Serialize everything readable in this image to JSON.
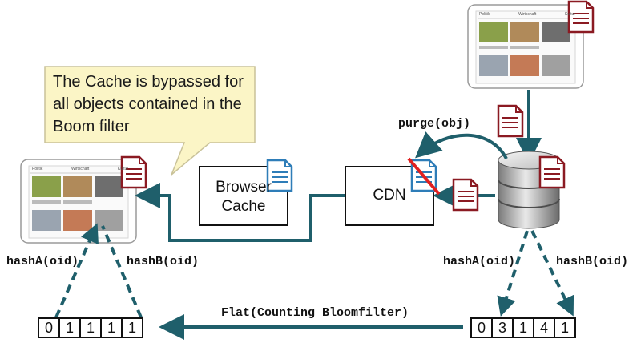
{
  "callout": {
    "lines": [
      "The Cache is bypassed for",
      "all objects contained in the",
      "Boom filter"
    ]
  },
  "browser_cache": {
    "label_line1": "Browser",
    "label_line2": "Cache"
  },
  "cdn": {
    "label": "CDN"
  },
  "purge_label": "purge(obj)",
  "left_hash_a": "hashA(oid)",
  "left_hash_b": "hashB(oid)",
  "right_hash_a": "hashA(oid)",
  "right_hash_b": "hashB(oid)",
  "flat_label": "Flat(Counting Bloomfilter)",
  "left_bits": [
    "0",
    "1",
    "1",
    "1",
    "1"
  ],
  "right_bits": [
    "0",
    "3",
    "1",
    "4",
    "1"
  ],
  "tablet_tabs": [
    "Politik",
    "Wirtschaft",
    "Kultur"
  ],
  "colors": {
    "arrow": "#1f5f6b",
    "doc_red": "#8b1a22",
    "doc_blue": "#2e7db8",
    "callout_fill": "#fbf5c6",
    "strike": "#e02020"
  }
}
